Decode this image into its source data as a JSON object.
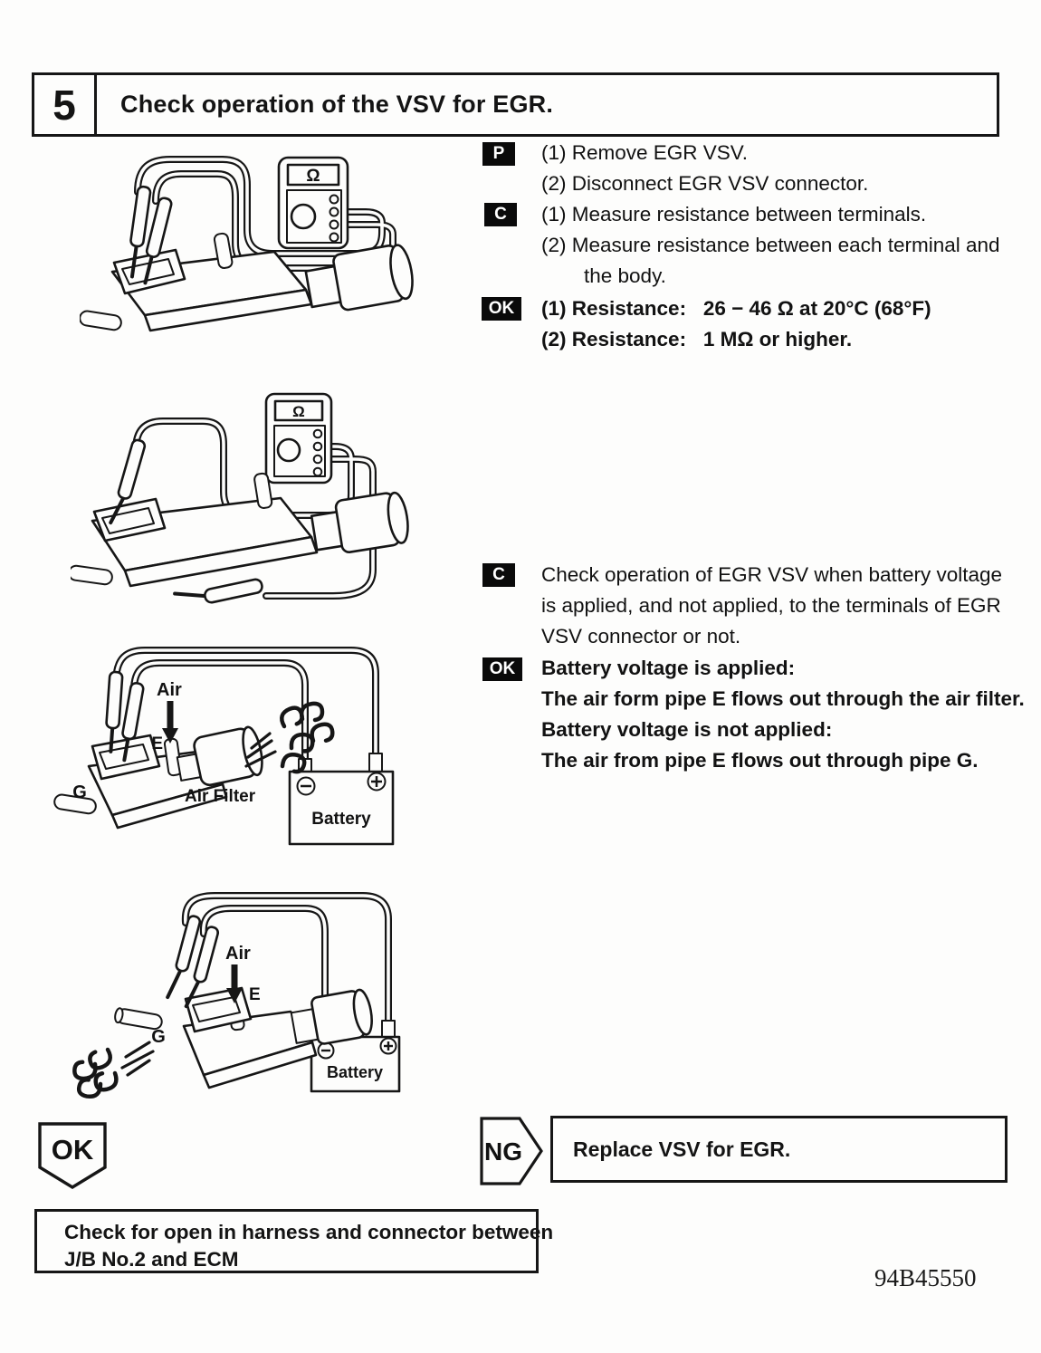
{
  "header": {
    "step_number": "5",
    "title": "Check operation of the VSV for EGR."
  },
  "procedure": {
    "prepare": {
      "tag": "P",
      "line1": "(1) Remove EGR VSV.",
      "line2": "(2) Disconnect EGR VSV connector."
    },
    "check_resistance": {
      "tag": "C",
      "line1": "(1) Measure resistance between terminals.",
      "line2": "(2) Measure resistance between each terminal and the body."
    },
    "ok_resistance": {
      "tag": "OK",
      "line1": "(1) Resistance:   26 − 46 Ω at 20°C (68°F)",
      "line2": "(2) Resistance:   1 MΩ or higher."
    },
    "check_operation": {
      "tag": "C",
      "text": "Check operation of EGR VSV when battery voltage is applied, and not applied, to the terminals of EGR VSV connector or not."
    },
    "ok_operation": {
      "tag": "OK",
      "line1": "Battery voltage is applied:",
      "line2": "The air form pipe E flows out through the air filter.",
      "line3": "Battery voltage is not applied:",
      "line4": "The air from pipe E flows out through pipe G."
    }
  },
  "diagrams": {
    "meter_symbol": "Ω",
    "labels": {
      "air": "Air",
      "pipe_e": "E",
      "pipe_g": "G",
      "air_filter": "Air Filter",
      "battery": "Battery"
    }
  },
  "results": {
    "ok_label": "OK",
    "ng_label": "NG",
    "ng_action": "Replace VSV for EGR.",
    "ok_action_line1": "Check for open in harness and connector between",
    "ok_action_line2": "J/B No.2 and ECM"
  },
  "footer": {
    "doc_code": "94B45550"
  }
}
